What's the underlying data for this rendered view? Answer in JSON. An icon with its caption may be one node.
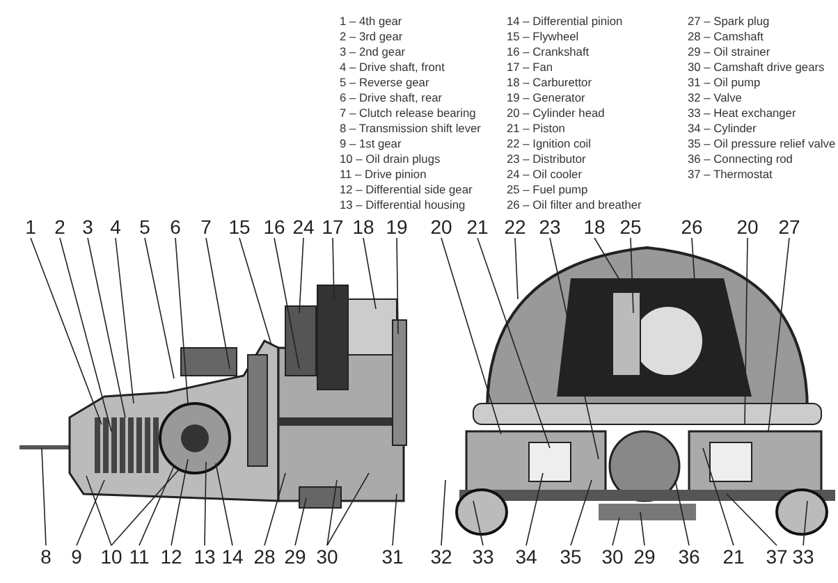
{
  "diagram": {
    "nodes": [
      {
        "text": [
          "1"
        ]
      },
      {
        "text": [
          "2"
        ]
      },
      {
        "text": [
          "3"
        ]
      },
      {
        "text": [
          "4"
        ]
      },
      {
        "text": [
          "5"
        ]
      },
      {
        "text": [
          "6"
        ]
      },
      {
        "text": [
          "7"
        ]
      },
      {
        "text": [
          "15"
        ]
      },
      {
        "text": [
          "16"
        ]
      },
      {
        "text": [
          "24"
        ]
      },
      {
        "text": [
          "17"
        ]
      },
      {
        "text": [
          "18"
        ]
      },
      {
        "text": [
          "19"
        ]
      },
      {
        "text": [
          "20"
        ]
      },
      {
        "text": [
          "21"
        ]
      },
      {
        "text": [
          "22"
        ]
      },
      {
        "text": [
          "23"
        ]
      },
      {
        "text": [
          "18"
        ]
      },
      {
        "text": [
          "25"
        ]
      },
      {
        "text": [
          "26"
        ]
      },
      {
        "text": [
          "20"
        ]
      },
      {
        "text": [
          "27"
        ]
      },
      {
        "text": [
          "8"
        ]
      },
      {
        "text": [
          "9"
        ]
      },
      {
        "text": [
          "10"
        ]
      },
      {
        "text": [
          "11"
        ]
      },
      {
        "text": [
          "12"
        ]
      },
      {
        "text": [
          "13"
        ]
      },
      {
        "text": [
          "14"
        ]
      },
      {
        "text": [
          "28"
        ]
      },
      {
        "text": [
          "29"
        ]
      },
      {
        "text": [
          "30"
        ]
      },
      {
        "text": [
          "31"
        ]
      },
      {
        "text": [
          "32"
        ]
      },
      {
        "text": [
          "33"
        ]
      },
      {
        "text": [
          "34"
        ]
      },
      {
        "text": [
          "35"
        ]
      },
      {
        "text": [
          "30"
        ]
      },
      {
        "text": [
          "29"
        ]
      },
      {
        "text": [
          "36"
        ]
      },
      {
        "text": [
          "21"
        ]
      },
      {
        "text": [
          "37"
        ]
      },
      {
        "text": [
          "33"
        ]
      }
    ],
    "edges": [
      {
        "from": 0,
        "to": null,
        "arrow": "none"
      },
      {
        "from": 1,
        "to": null,
        "arrow": "none"
      },
      {
        "from": 2,
        "to": null,
        "arrow": "none"
      },
      {
        "from": 3,
        "to": null,
        "arrow": "none"
      },
      {
        "from": 4,
        "to": null,
        "arrow": "none"
      },
      {
        "from": 5,
        "to": null,
        "arrow": "none"
      },
      {
        "from": 6,
        "to": null,
        "arrow": "none"
      },
      {
        "from": 7,
        "to": null,
        "arrow": "none"
      },
      {
        "from": 8,
        "to": null,
        "arrow": "none"
      },
      {
        "from": 9,
        "to": null,
        "arrow": "none"
      },
      {
        "from": 10,
        "to": null,
        "arrow": "none"
      },
      {
        "from": 11,
        "to": null,
        "arrow": "none"
      },
      {
        "from": 12,
        "to": null,
        "arrow": "none"
      },
      {
        "from": 13,
        "to": null,
        "arrow": "none"
      },
      {
        "from": 14,
        "to": null,
        "arrow": "none"
      },
      {
        "from": 15,
        "to": null,
        "arrow": "none"
      },
      {
        "from": 16,
        "to": null,
        "arrow": "none"
      },
      {
        "from": 17,
        "to": null,
        "arrow": "none"
      },
      {
        "from": 18,
        "to": null,
        "arrow": "none"
      },
      {
        "from": 19,
        "to": null,
        "arrow": "none"
      },
      {
        "from": 20,
        "to": null,
        "arrow": "none"
      },
      {
        "from": 21,
        "to": null,
        "arrow": "none"
      },
      {
        "from": 22,
        "to": null,
        "arrow": "none"
      },
      {
        "from": 23,
        "to": null,
        "arrow": "none"
      },
      {
        "from": 24,
        "to": null,
        "arrow": "none"
      },
      {
        "from": 24,
        "to": null,
        "arrow": "none"
      },
      {
        "from": 25,
        "to": null,
        "arrow": "none"
      },
      {
        "from": 26,
        "to": null,
        "arrow": "none"
      },
      {
        "from": 27,
        "to": null,
        "arrow": "none"
      },
      {
        "from": 28,
        "to": null,
        "arrow": "none"
      },
      {
        "from": 29,
        "to": null,
        "arrow": "none"
      },
      {
        "from": 30,
        "to": null,
        "arrow": "none"
      },
      {
        "from": 31,
        "to": null,
        "arrow": "none"
      },
      {
        "from": 31,
        "to": null,
        "arrow": "none"
      },
      {
        "from": 32,
        "to": null,
        "arrow": "none"
      },
      {
        "from": 33,
        "to": null,
        "arrow": "none"
      },
      {
        "from": 34,
        "to": null,
        "arrow": "none"
      },
      {
        "from": 35,
        "to": null,
        "arrow": "none"
      },
      {
        "from": 36,
        "to": null,
        "arrow": "none"
      },
      {
        "from": 37,
        "to": null,
        "arrow": "none"
      },
      {
        "from": 38,
        "to": null,
        "arrow": "none"
      },
      {
        "from": 39,
        "to": null,
        "arrow": "none"
      },
      {
        "from": 40,
        "to": null,
        "arrow": "none"
      },
      {
        "from": 41,
        "to": null,
        "arrow": "none"
      },
      {
        "from": 42,
        "to": null,
        "arrow": "none"
      }
    ],
    "labels": [
      "1 – 4th gear",
      "2 – 3rd gear",
      "3 – 2nd gear",
      "4 – Drive shaft, front",
      "5 – Reverse gear",
      "6 – Drive shaft, rear",
      "7 – Clutch release bearing",
      "8 – Transmission shift lever",
      "9 – 1st gear",
      "10 – Oil drain plugs",
      "11 – Drive pinion",
      "12 – Differential side gear",
      "13 – Differential housing",
      "14 – Differential pinion",
      "15 – Flywheel",
      "16 – Crankshaft",
      "17 – Fan",
      "18 – Carburettor",
      "19 – Generator",
      "20 – Cylinder head",
      "21 – Piston",
      "22 – Ignition coil",
      "23 – Distributor",
      "24 – Oil cooler",
      "25 – Fuel pump",
      "26 – Oil filter and breather",
      "27 – Spark plug",
      "28 – Camshaft",
      "29 – Oil strainer",
      "30 – Camshaft drive gears",
      "31 – Oil pump",
      "32 – Valve",
      "33 – Heat exchanger",
      "34 – Cylinder",
      "35 – Oil pressure relief valve",
      "36 – Connecting rod",
      "37 – Thermostat"
    ]
  }
}
